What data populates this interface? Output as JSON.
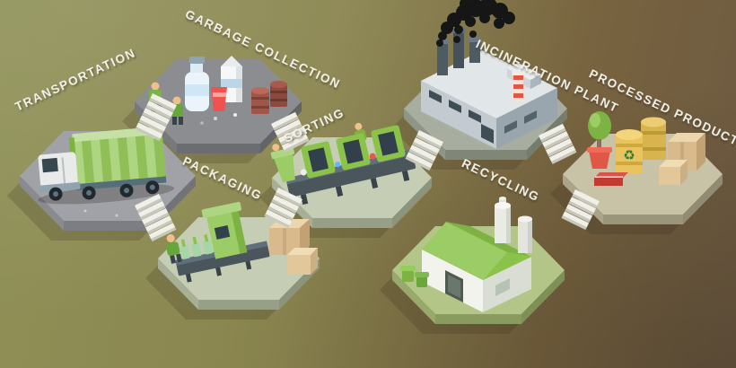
{
  "labels": {
    "transportation": "TRANSPORTATION",
    "garbage_collection": "GARBAGE COLLECTION",
    "packaging": "PACKAGING",
    "sorting": "SORTING",
    "incineration_plant": "INCINERATION PLANT",
    "recycling": "RECYCLING",
    "processed_product": "PROCESSED PRODUCT"
  },
  "icons": {
    "recycle_glyph": "♻"
  },
  "colors": {
    "background_left": "#8f9157",
    "background_right": "#6d5941",
    "label_text": "#f4f3ec",
    "platform_gray": "#a0a2a7",
    "platform_dark_gray": "#8b8d91",
    "platform_sage": "#c5ceb5",
    "platform_green": "#b4c687",
    "platform_tan": "#c8c2a7",
    "accent_green": "#8bc34a",
    "truck_green": "#aed581",
    "smoke_black": "#161616",
    "cardboard": "#d9ba8c",
    "barrel_yellow": "#e9c45e",
    "barrel_red": "#a1564a",
    "alert_red": "#e05747",
    "stairs_white": "#f0efe8"
  }
}
